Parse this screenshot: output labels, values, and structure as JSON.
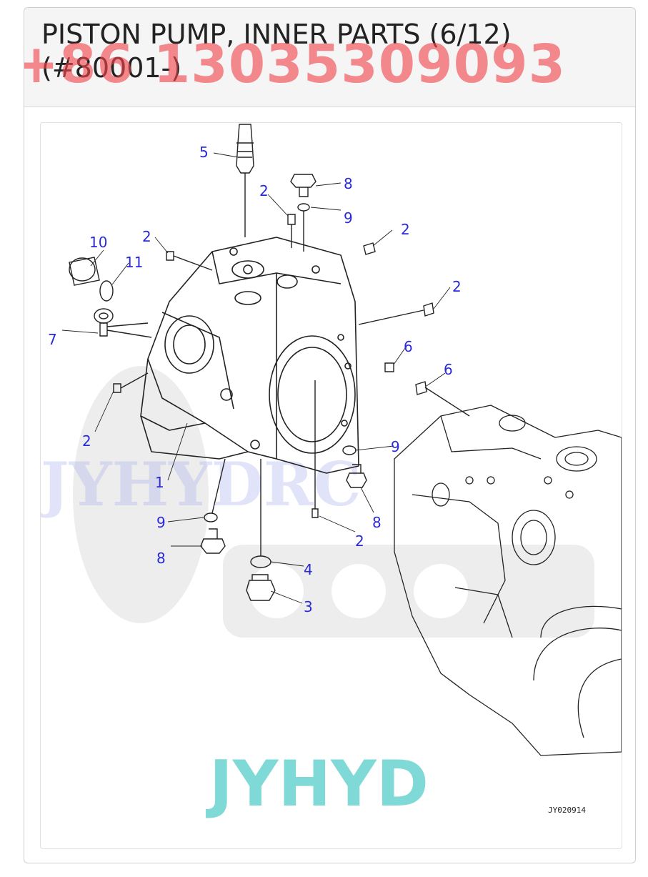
{
  "header": {
    "title": "PISTON PUMP, INNER PARTS (6/12) (#80001-)",
    "phone_watermark": "+86 13035309093"
  },
  "diagram": {
    "center_watermark": "JYHYD",
    "faint_watermark": "JYHYDRC",
    "drawing_code": "JY020914",
    "callouts": [
      "5",
      "8",
      "2",
      "9",
      "2",
      "10",
      "2",
      "11",
      "2",
      "7",
      "6",
      "6",
      "2",
      "9",
      "1",
      "8",
      "9",
      "2",
      "8",
      "4",
      "3"
    ]
  },
  "colors": {
    "callout": "#2a2ad8",
    "phone_watermark": "#f0464b",
    "center_watermark": "#7fd9d6"
  }
}
